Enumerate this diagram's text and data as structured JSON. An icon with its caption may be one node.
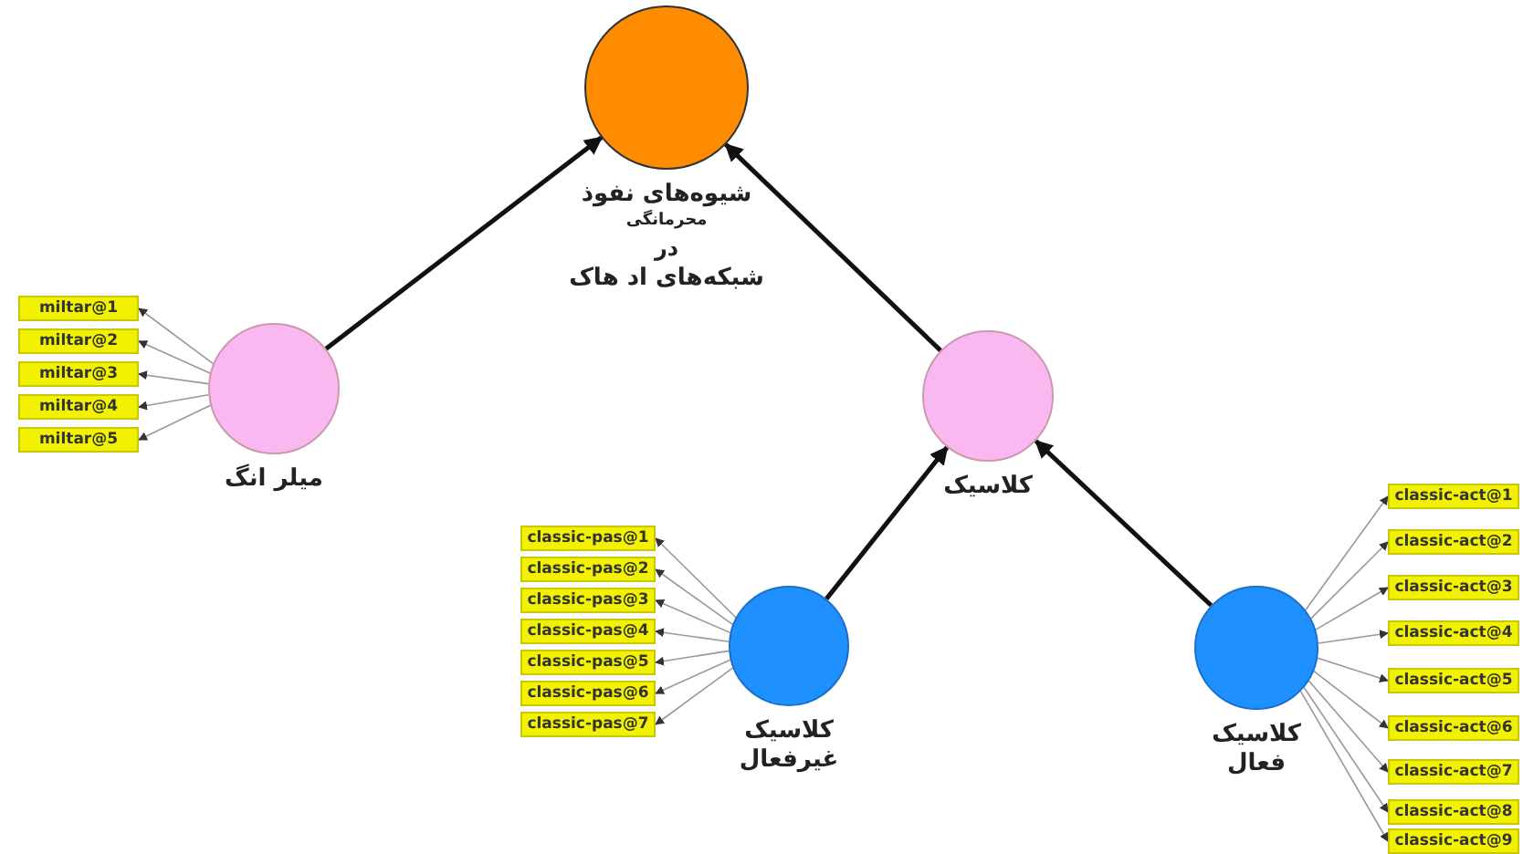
{
  "diagram": {
    "nodes": [
      {
        "text": [
          "شیوه‌های نفوذ",
          "محرمانگی",
          "در",
          "شبکه‌های اد هاک"
        ]
      },
      {
        "text": [
          "میلر انگ"
        ]
      },
      {
        "text": [
          "miltar@1"
        ]
      },
      {
        "text": [
          "miltar@2"
        ]
      },
      {
        "text": [
          "miltar@3"
        ]
      },
      {
        "text": [
          "miltar@4"
        ]
      },
      {
        "text": [
          "miltar@5"
        ]
      },
      {
        "text": [
          "کلاسیک"
        ]
      },
      {
        "text": [
          "کلاسیک غیرفعال"
        ]
      },
      {
        "text": [
          "classic-pas@1"
        ]
      },
      {
        "text": [
          "classic-pas@2"
        ]
      },
      {
        "text": [
          "classic-pas@3"
        ]
      },
      {
        "text": [
          "classic-pas@4"
        ]
      },
      {
        "text": [
          "classic-pas@5"
        ]
      },
      {
        "text": [
          "classic-pas@6"
        ]
      },
      {
        "text": [
          "classic-pas@7"
        ]
      },
      {
        "text": [
          "کلاسیک فعال"
        ]
      },
      {
        "text": [
          "classic-act@1"
        ]
      },
      {
        "text": [
          "classic-act@2"
        ]
      },
      {
        "text": [
          "classic-act@3"
        ]
      },
      {
        "text": [
          "classic-act@4"
        ]
      },
      {
        "text": [
          "classic-act@5"
        ]
      },
      {
        "text": [
          "classic-act@6"
        ]
      },
      {
        "text": [
          "classic-act@7"
        ]
      },
      {
        "text": [
          "classic-act@8"
        ]
      },
      {
        "text": [
          "classic-act@9"
        ]
      }
    ],
    "edges": [
      {
        "from": 1,
        "to": 0,
        "arrow": "to",
        "style": "thick",
        "color": "#111111"
      },
      {
        "from": 7,
        "to": 0,
        "arrow": "to",
        "style": "thick",
        "color": "#111111"
      },
      {
        "from": 8,
        "to": 7,
        "arrow": "to",
        "style": "thick",
        "color": "#111111"
      },
      {
        "from": 16,
        "to": 7,
        "arrow": "to",
        "style": "thick",
        "color": "#111111"
      },
      {
        "from": 1,
        "to": 2,
        "arrow": "to"
      },
      {
        "from": 1,
        "to": 3,
        "arrow": "to"
      },
      {
        "from": 1,
        "to": 4,
        "arrow": "to"
      },
      {
        "from": 1,
        "to": 5,
        "arrow": "to"
      },
      {
        "from": 1,
        "to": 6,
        "arrow": "to"
      },
      {
        "from": 8,
        "to": 9,
        "arrow": "to"
      },
      {
        "from": 8,
        "to": 10,
        "arrow": "to"
      },
      {
        "from": 8,
        "to": 11,
        "arrow": "to"
      },
      {
        "from": 8,
        "to": 12,
        "arrow": "to"
      },
      {
        "from": 8,
        "to": 13,
        "arrow": "to"
      },
      {
        "from": 8,
        "to": 14,
        "arrow": "to"
      },
      {
        "from": 8,
        "to": 15,
        "arrow": "to"
      },
      {
        "from": 16,
        "to": 17,
        "arrow": "to"
      },
      {
        "from": 16,
        "to": 18,
        "arrow": "to"
      },
      {
        "from": 16,
        "to": 19,
        "arrow": "to"
      },
      {
        "from": 16,
        "to": 20,
        "arrow": "to"
      },
      {
        "from": 16,
        "to": 21,
        "arrow": "to"
      },
      {
        "from": 16,
        "to": 22,
        "arrow": "to"
      },
      {
        "from": 16,
        "to": 23,
        "arrow": "to"
      },
      {
        "from": 16,
        "to": 24,
        "arrow": "to"
      },
      {
        "from": 16,
        "to": 25,
        "arrow": "to"
      }
    ]
  }
}
